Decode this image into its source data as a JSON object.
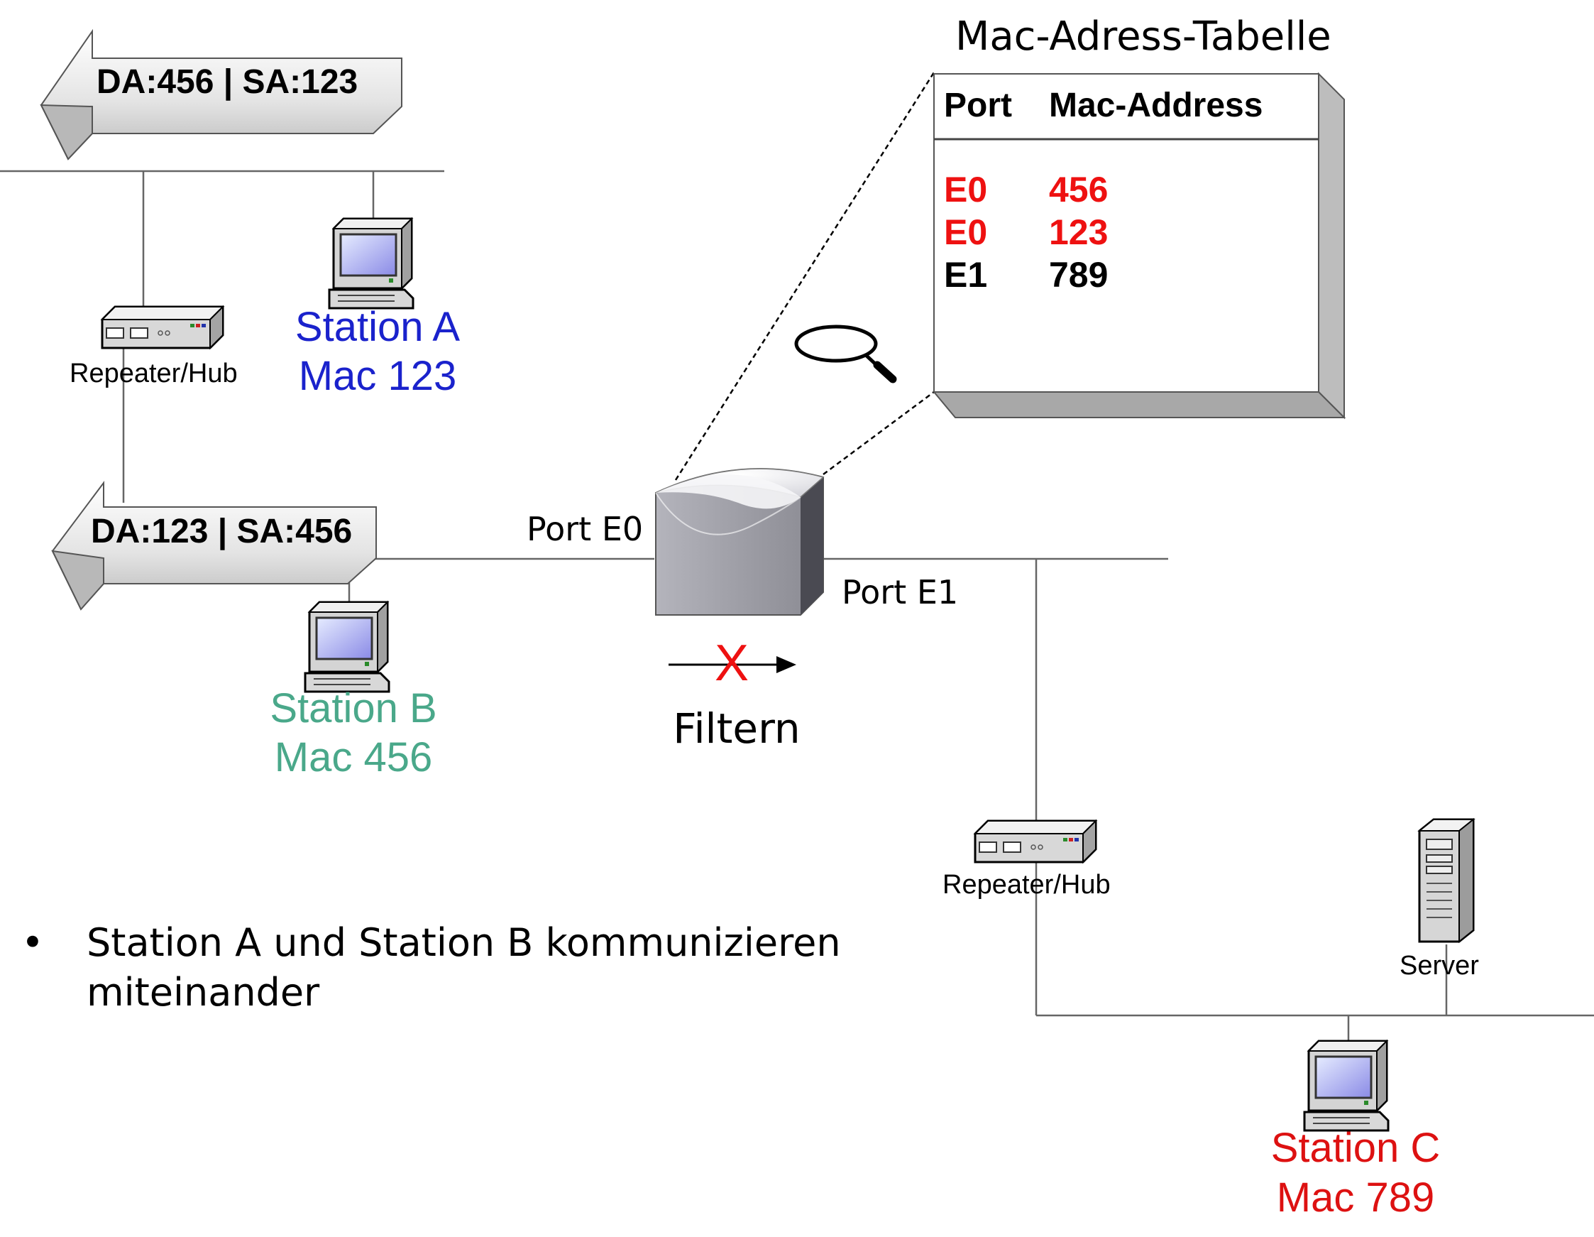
{
  "colors": {
    "station_a": "#1a22cc",
    "station_b": "#4aa88a",
    "station_c": "#dd1111",
    "learned_entry": "#ee1111",
    "normal_entry": "#000000",
    "filter_x": "#ee1111",
    "arrow_fill": "#c8c8c8",
    "switch_body": "#9e9ea6",
    "table_shadow": "#b4b4b4"
  },
  "frames": {
    "top": "DA:456 | SA:123",
    "middle": "DA:123 | SA:456"
  },
  "devices": {
    "hub_left": "Repeater/Hub",
    "hub_right": "Repeater/Hub",
    "server": "Server"
  },
  "stations": {
    "a": {
      "name": "Station A",
      "mac": "Mac 123",
      "color_ref": "station_a"
    },
    "b": {
      "name": "Station B",
      "mac": "Mac 456",
      "color_ref": "station_b"
    },
    "c": {
      "name": "Station C",
      "mac": "Mac 789",
      "color_ref": "station_c"
    }
  },
  "switch": {
    "port_e0": "Port E0",
    "port_e1": "Port E1",
    "filter_mark": "X",
    "filter_label": "Filtern"
  },
  "mac_table": {
    "title": "Mac-Adress-Tabelle",
    "headers": [
      "Port",
      "Mac-Address"
    ],
    "rows": [
      {
        "port": "E0",
        "mac": "456",
        "highlight": true
      },
      {
        "port": "E0",
        "mac": "123",
        "highlight": true
      },
      {
        "port": "E1",
        "mac": "789",
        "highlight": false
      }
    ]
  },
  "bullet": {
    "symbol": "•",
    "line1": "Station A und Station B kommunizieren",
    "line2": "miteinander"
  },
  "icons": [
    "computer-icon",
    "hub-icon",
    "server-icon",
    "magnifier-icon",
    "switch-icon"
  ]
}
